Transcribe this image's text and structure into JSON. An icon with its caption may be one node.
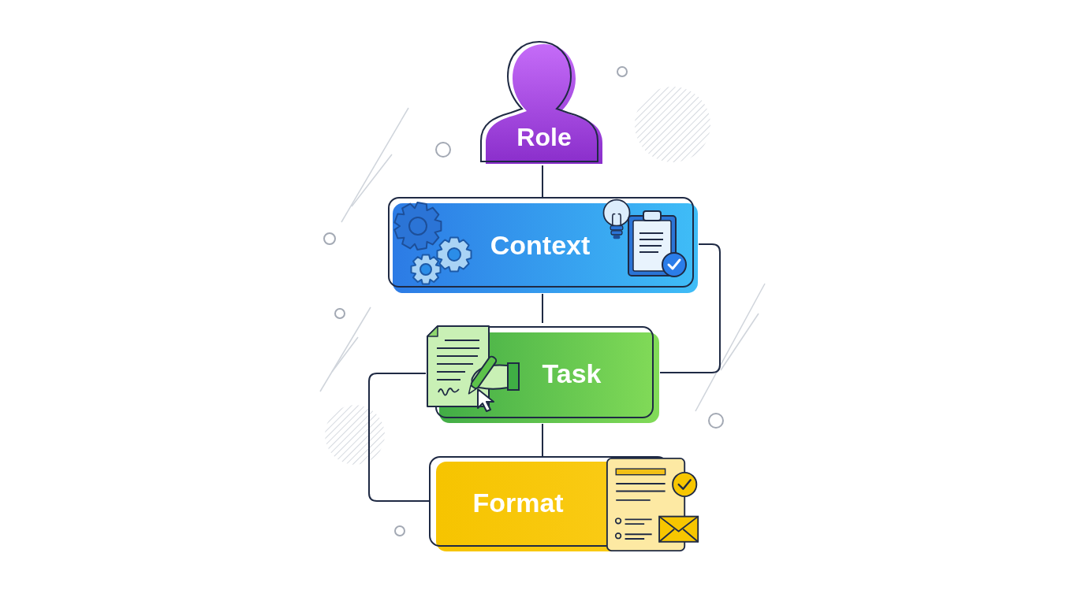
{
  "diagram": {
    "nodes": [
      {
        "text": [
          "Role"
        ]
      },
      {
        "text": [
          "Context"
        ]
      },
      {
        "text": [
          "Task"
        ]
      },
      {
        "text": [
          "Format"
        ]
      }
    ],
    "edges": [
      {
        "from": 0,
        "to": 1,
        "arrow": "none"
      },
      {
        "from": 1,
        "to": 2,
        "arrow": "none"
      },
      {
        "from": 1,
        "to": 2,
        "arrow": "none"
      },
      {
        "from": 2,
        "to": 3,
        "arrow": "none"
      },
      {
        "from": 2,
        "to": 3,
        "arrow": "none"
      }
    ]
  }
}
